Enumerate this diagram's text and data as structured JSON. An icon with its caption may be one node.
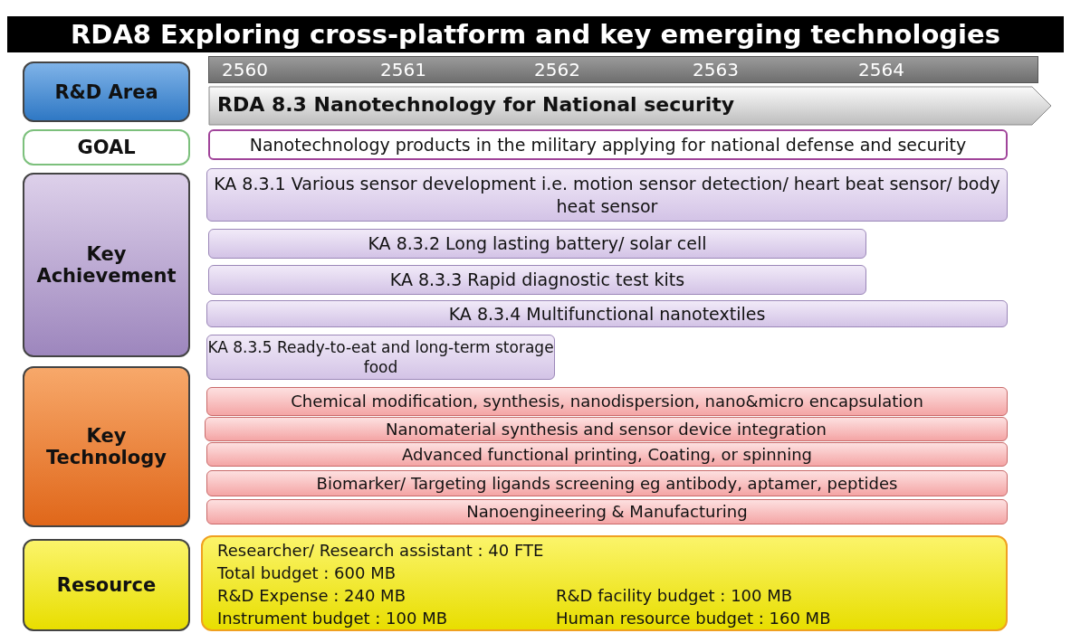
{
  "diagram": {
    "title": "RDA8 Exploring cross-platform and key emerging technologies",
    "nodes": [
      {
        "text": [
          "R&D Area"
        ]
      },
      {
        "text": [
          "GOAL"
        ]
      },
      {
        "text": [
          "Key Achievement"
        ]
      },
      {
        "text": [
          "Key Technology"
        ]
      },
      {
        "text": [
          "Resource"
        ]
      },
      {
        "text": [
          "RDA 8.3 Nanotechnology for National security"
        ]
      },
      {
        "text": [
          "Nanotechnology products in the military applying for national defense and security"
        ]
      },
      {
        "text": [
          "KA 8.3.1 Various sensor development i.e. motion sensor detection/ heart beat sensor/ body heat sensor"
        ]
      },
      {
        "text": [
          "KA 8.3.2 Long lasting battery/ solar cell"
        ]
      },
      {
        "text": [
          "KA 8.3.3 Rapid diagnostic test kits"
        ]
      },
      {
        "text": [
          "KA 8.3.4 Multifunctional nanotextiles"
        ]
      },
      {
        "text": [
          "KA 8.3.5 Ready-to-eat and long-term storage food"
        ]
      },
      {
        "text": [
          "Chemical modification, synthesis, nanodispersion, nano&micro encapsulation"
        ]
      },
      {
        "text": [
          "Nanomaterial synthesis and sensor device integration"
        ]
      },
      {
        "text": [
          "Advanced functional printing, Coating, or spinning"
        ]
      },
      {
        "text": [
          "Biomarker/ Targeting ligands screening eg antibody, aptamer, peptides"
        ]
      },
      {
        "text": [
          "Nanoengineering & Manufacturing"
        ]
      },
      {
        "text": [
          "Researcher/ Research assistant : 40 FTE",
          "Total budget : 600 MB",
          "R&D Expense : 240 MB",
          "R&D facility budget : 100 MB",
          "Instrument budget : 100 MB",
          "Human resource budget : 160 MB"
        ]
      }
    ],
    "labels": [
      "2560",
      "2561",
      "2562",
      "2563",
      "2564"
    ]
  }
}
